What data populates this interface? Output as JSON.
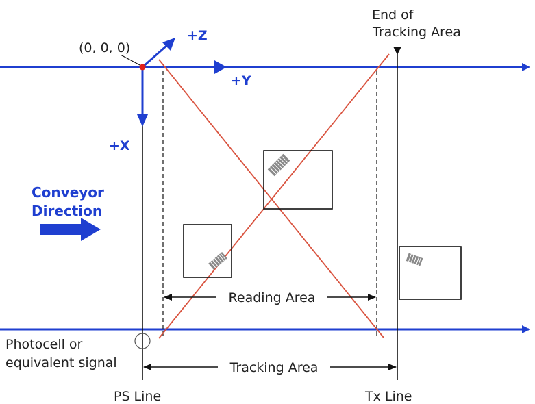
{
  "colors": {
    "blue": "#1f3fd0",
    "red": "#d9533f",
    "black": "#111111",
    "barcode": "#8a8a8a",
    "origin": "#e0201c"
  },
  "labels": {
    "origin": "(0, 0, 0)",
    "plus_z": "+Z",
    "plus_y": "+Y",
    "plus_x": "+X",
    "end_tracking_line1": "End of",
    "end_tracking_line2": "Tracking Area",
    "conveyor_line1": "Conveyor",
    "conveyor_line2": "Direction",
    "reading_area": "Reading Area",
    "tracking_area": "Tracking Area",
    "photocell_line1": "Photocell or",
    "photocell_line2": "equivalent signal",
    "ps_line": "PS Line",
    "tx_line": "Tx Line"
  }
}
